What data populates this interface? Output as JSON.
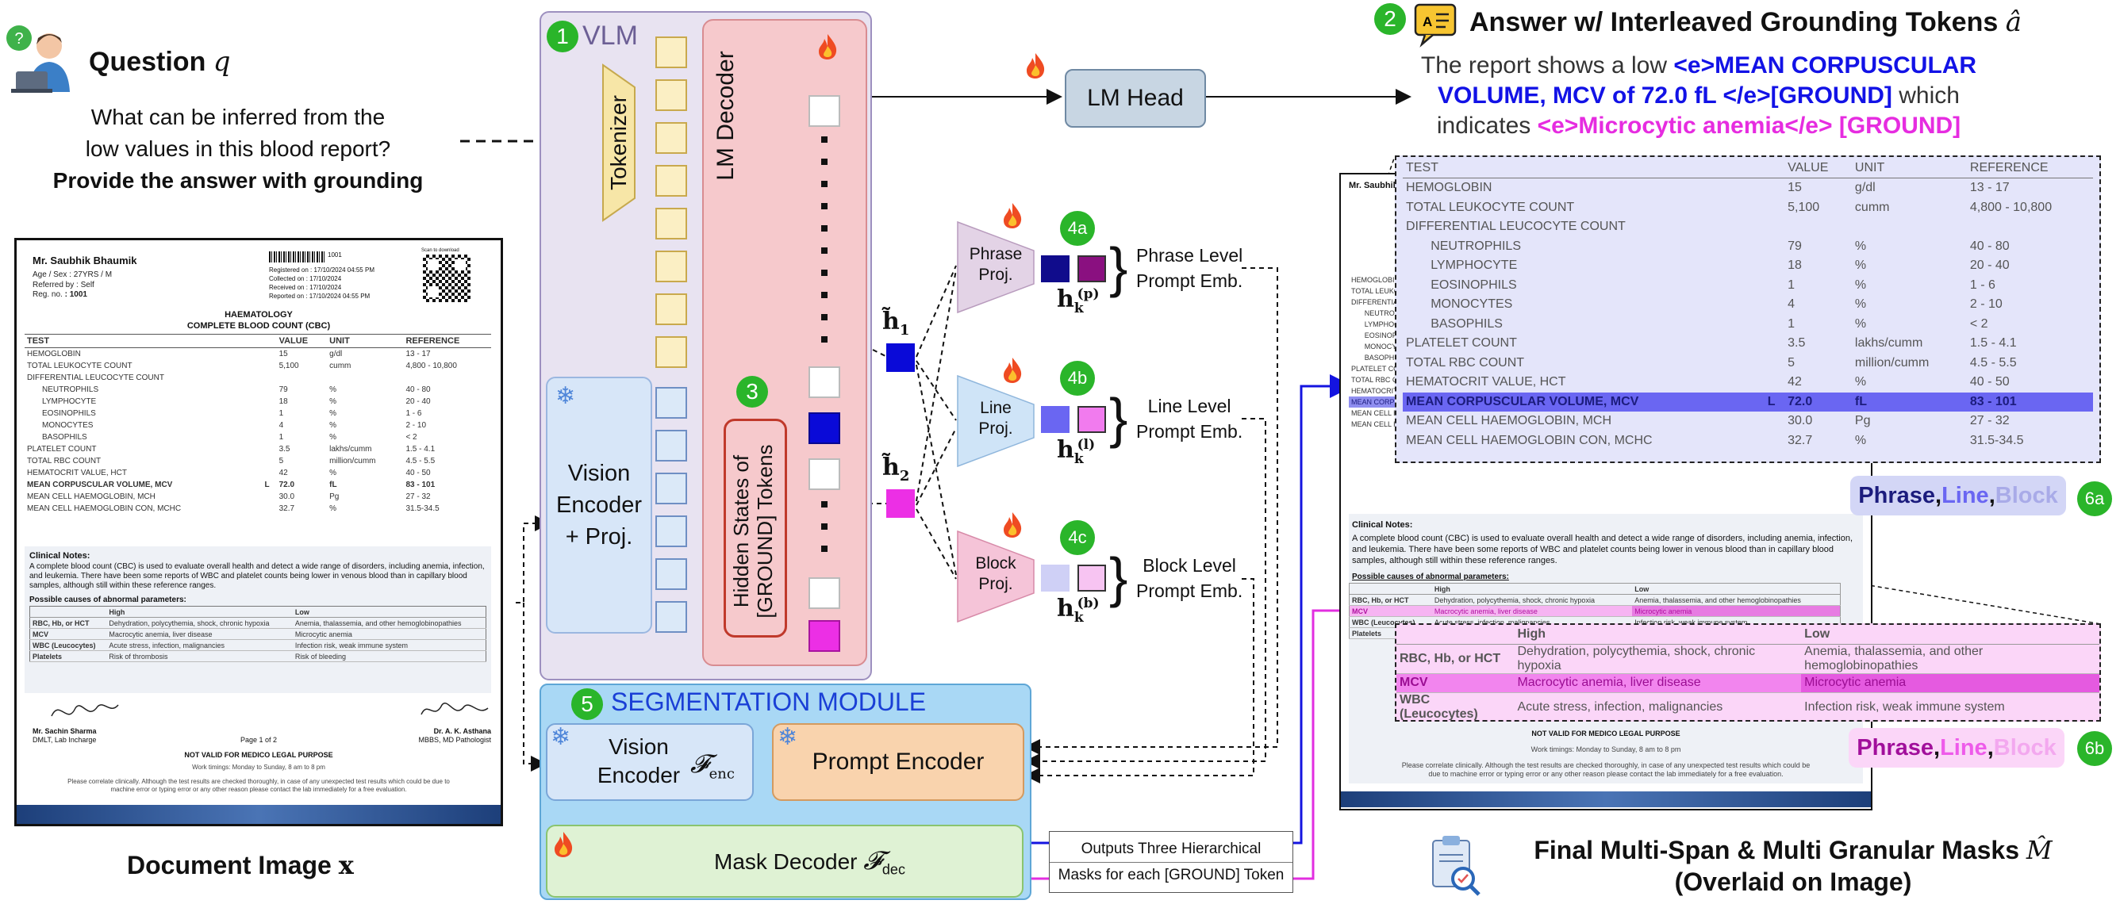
{
  "question": {
    "title": "Question",
    "title_var": "q",
    "line1": "What can be inferred from the",
    "line2": "low values in this blood report?",
    "line3": "Provide the answer with grounding"
  },
  "document_caption": "Document Image",
  "document_var": "x",
  "report": {
    "patient_name": "Mr. Saubhik Bhaumik",
    "age_label": "Age / Sex",
    "age_value": ": 27YRS / M",
    "ref_label": "Referred by",
    "ref_value": ": Self",
    "reg_label": "Reg. no.",
    "reg_value": ": 1001",
    "barcode_no": "1001",
    "registered": "Registered on : 17/10/2024 04:55 PM",
    "collected": "Collected on : 17/10/2024",
    "received": "Received on : 17/10/2024",
    "reported": "Reported on : 17/10/2024 04:55 PM",
    "qr_label": "Scan to download",
    "section": "HAEMATOLOGY",
    "subtitle": "COMPLETE BLOOD COUNT (CBC)",
    "headers": [
      "TEST",
      "VALUE",
      "UNIT",
      "REFERENCE"
    ],
    "rows": [
      [
        "HEMOGLOBIN",
        "15",
        "g/dl",
        "13 - 17"
      ],
      [
        "TOTAL LEUKOCYTE COUNT",
        "5,100",
        "cumm",
        "4,800 - 10,800"
      ],
      [
        "DIFFERENTIAL LEUCOCYTE COUNT",
        "",
        "",
        ""
      ],
      [
        "NEUTROPHILS",
        "79",
        "%",
        "40 - 80"
      ],
      [
        "LYMPHOCYTE",
        "18",
        "%",
        "20 - 40"
      ],
      [
        "EOSINOPHILS",
        "1",
        "%",
        "1 - 6"
      ],
      [
        "MONOCYTES",
        "4",
        "%",
        "2 - 10"
      ],
      [
        "BASOPHILS",
        "1",
        "%",
        "< 2"
      ],
      [
        "PLATELET COUNT",
        "3.5",
        "lakhs/cumm",
        "1.5 - 4.1"
      ],
      [
        "TOTAL RBC COUNT",
        "5",
        "million/cumm",
        "4.5 - 5.5"
      ],
      [
        "HEMATOCRIT VALUE, HCT",
        "42",
        "%",
        "40 - 50"
      ],
      [
        "MEAN CORPUSCULAR VOLUME, MCV",
        "72.0",
        "fL",
        "83 - 101"
      ],
      [
        "MEAN CELL HAEMOGLOBIN, MCH",
        "30.0",
        "Pg",
        "27 - 32"
      ],
      [
        "MEAN CELL HAEMOGLOBIN CON, MCHC",
        "32.7",
        "%",
        "31.5-34.5"
      ]
    ],
    "low_flag": "L",
    "notes_title": "Clinical Notes:",
    "notes_text": "A complete blood count (CBC) is used to evaluate overall health and detect a wide range of disorders, including anemia, infection, and leukemia. There have been some reports of WBC and platelet counts being lower in venous blood than in capillary blood samples, although still within these reference ranges.",
    "causes_title": "Possible causes of abnormal parameters:",
    "causes_headers": [
      "",
      "High",
      "Low"
    ],
    "causes_rows": [
      [
        "RBC, Hb, or HCT",
        "Dehydration, polycythemia, shock, chronic hypoxia",
        "Anemia, thalassemia, and other hemoglobinopathies"
      ],
      [
        "MCV",
        "Macrocytic anemia, liver disease",
        "Microcytic anemia"
      ],
      [
        "WBC (Leucocytes)",
        "Acute stress, infection, malignancies",
        "Infection risk, weak immune system"
      ],
      [
        "Platelets",
        "Risk of thrombosis",
        "Risk of bleeding"
      ]
    ],
    "signer1_name": "Mr. Sachin Sharma",
    "signer1_title": "DMLT, Lab Incharge",
    "page": "Page 1 of 2",
    "signer2_name": "Dr. A. K. Asthana",
    "signer2_title": "MBBS, MD Pathologist",
    "footer_title": "NOT VALID FOR MEDICO LEGAL PURPOSE",
    "footer_timings": "Work timings: Monday to Sunday, 8 am to 8 pm",
    "footer_note": "Please correlate clinically. Although the test results are checked thoroughly, in case of any unexpected test results which could be due to machine error or typing error or any other reason please contact the lab immediately for a free evaluation."
  },
  "vlm": {
    "badge": "1",
    "title": "VLM",
    "tokenizer": "Tokenizer",
    "lm_decoder": "LM Decoder",
    "vision_encoder": "Vision Encoder + Proj.",
    "vision_line1": "Vision",
    "vision_line2": "Encoder",
    "vision_line3": "+ Proj.",
    "badge3": "3",
    "hidden_states_line1": "Hidden States of",
    "hidden_states_line2": "[GROUND] Tokens"
  },
  "lm_head": "LM Head",
  "h1_label": "h̃",
  "h1_sub": "1",
  "h2_label": "h̃",
  "h2_sub": "2",
  "projections": [
    {
      "badge": "4a",
      "label1": "Phrase",
      "label2": "Proj.",
      "h": "h",
      "sub": "k",
      "sup": "(p)",
      "emb1": "Phrase Level",
      "emb2": "Prompt Emb."
    },
    {
      "badge": "4b",
      "label1": "Line",
      "label2": "Proj.",
      "h": "h",
      "sub": "k",
      "sup": "(l)",
      "emb1": "Line Level",
      "emb2": "Prompt Emb."
    },
    {
      "badge": "4c",
      "label1": "Block",
      "label2": "Proj.",
      "h": "h",
      "sub": "k",
      "sup": "(b)",
      "emb1": "Block Level",
      "emb2": "Prompt Emb."
    }
  ],
  "seg": {
    "badge": "5",
    "title": "SEGMENTATION MODULE",
    "vision_encoder_line1": "Vision",
    "vision_encoder_line2": "Encoder",
    "f_enc": "𝓕",
    "f_enc_sub": "enc",
    "prompt_encoder": "Prompt Encoder",
    "mask_decoder": "Mask Decoder",
    "f_dec": "𝓕",
    "f_dec_sub": "dec",
    "outputs_line1": "Outputs Three Hierarchical",
    "outputs_line2": "Masks for each [GROUND] Token"
  },
  "answer": {
    "badge": "2",
    "title": "Answer w/ Interleaved Grounding Tokens",
    "title_var": "â",
    "text_pre": "The report shows a low ",
    "text_blue1": "<e>MEAN CORPUSCULAR",
    "text_blue2": "VOLUME, MCV of 72.0 fL </e>[GROUND]",
    "text_mid": " which",
    "text_mid2": "indicates ",
    "text_pink": "<e>Microcytic anemia</e> [GROUND]"
  },
  "legend_a": {
    "badge": "6a",
    "phrase": "Phrase",
    "line": "Line",
    "block": "Block",
    "sep": ", "
  },
  "legend_b": {
    "badge": "6b",
    "phrase": "Phrase",
    "line": "Line",
    "block": "Block",
    "sep": ", "
  },
  "final": {
    "line1": "Final Multi-Span & Multi Granular Masks",
    "var": "M̂",
    "line2": "(Overlaid on Image)"
  },
  "colors": {
    "vlm_bg": "#e8e3f1",
    "decoder_bg": "#f6c9cc",
    "seg_bg": "#a9d8f5",
    "prompt_enc": "#f9d3ad",
    "mask_dec": "#dff2d4",
    "vision_bg": "#d7e6f8",
    "token_yellow": "#fbefc4",
    "token_blue": "#dbe9f8",
    "blue_token": "#0a0ad8",
    "pink_token": "#ec2fe5",
    "phrase_proj": "#e3d3e6",
    "line_proj": "#cfe4f7",
    "block_proj": "#f5c4d8",
    "badge_green": "#2ab52a"
  }
}
